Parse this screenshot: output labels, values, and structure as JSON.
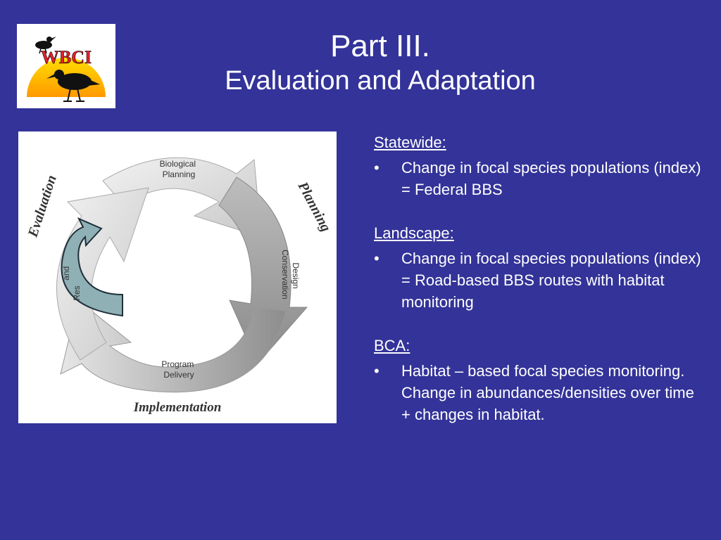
{
  "logo": {
    "text": "WBCI"
  },
  "title": {
    "line1": "Part III.",
    "line2": "Evaluation and Adaptation"
  },
  "diagram": {
    "stage_biological": [
      "Biological",
      "Planning"
    ],
    "stage_conservation": [
      "Conservation",
      "Design"
    ],
    "stage_program": [
      "Program",
      "Delivery"
    ],
    "stage_monitoring_visible": [
      "and",
      "Res"
    ],
    "label_planning": "Planning",
    "label_implementation": "Implementation",
    "label_evaluation": "Evaluation"
  },
  "sections": [
    {
      "heading": "Statewide:",
      "bullet": "•",
      "text": "Change in focal species populations (index) = Federal BBS"
    },
    {
      "heading": "Landscape:",
      "bullet": "•",
      "text": "Change in focal species populations (index) = Road-based BBS routes with habitat monitoring"
    },
    {
      "heading": "BCA:",
      "bullet": "•",
      "text": "Habitat – based focal species monitoring.  Change in abundances/densities over time + changes in habitat."
    }
  ]
}
